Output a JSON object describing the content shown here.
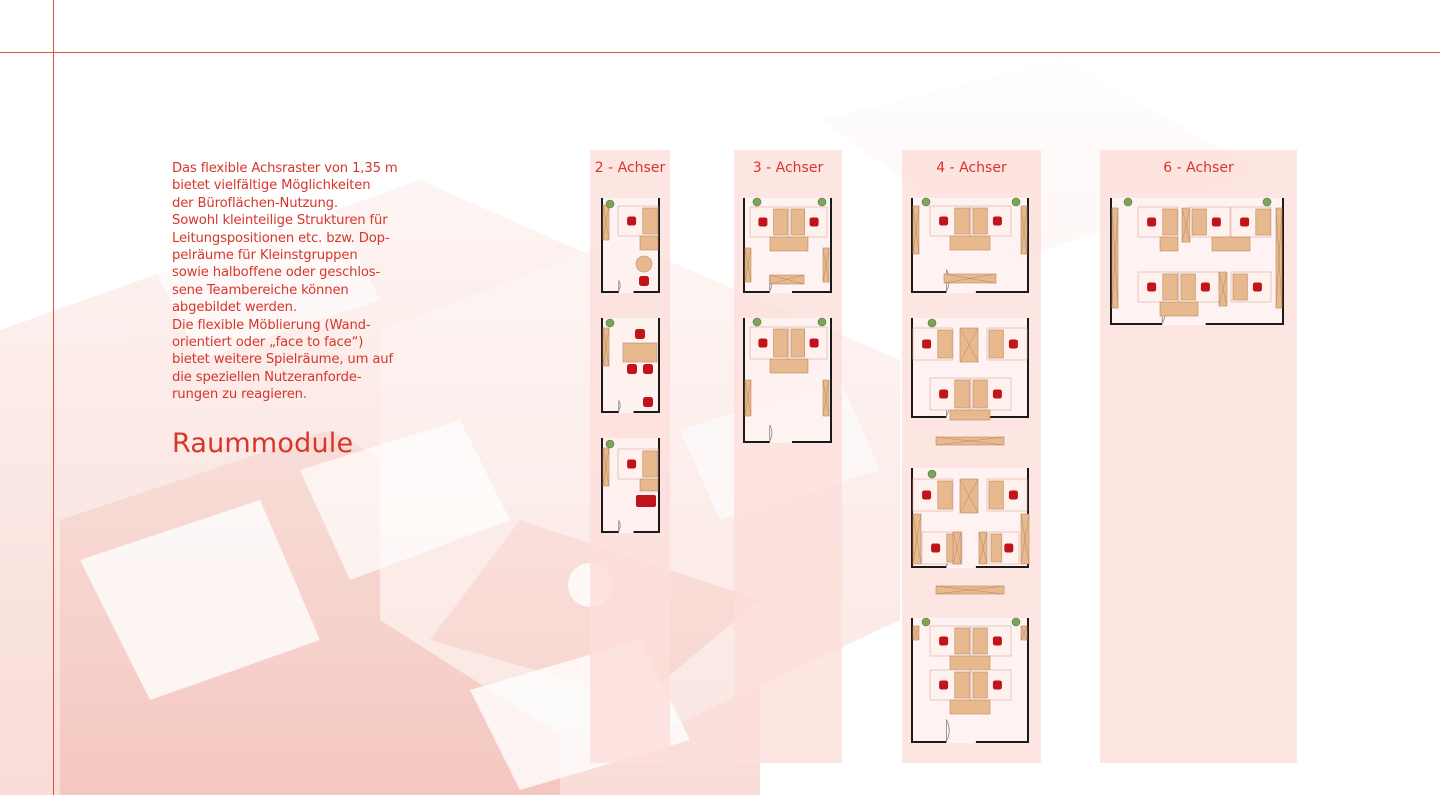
{
  "intro_lines": [
    "Das flexible Achsraster von 1,35 m",
    "bietet vielfältige Möglichkeiten",
    "der Büroflächen-Nutzung.",
    "Sowohl kleinteilige Strukturen für",
    "Leitungspositionen etc. bzw. Dop-",
    "pelräume für Kleinstgruppen",
    "sowie halboffene oder geschlos-",
    "sene Teambereiche können",
    "abgebildet werden.",
    "Die flexible Möblierung (Wand-",
    "orientiert oder „face to face“)",
    "bietet weitere Spielräume, um auf",
    "die speziellen Nutzeranforde-",
    "rungen zu reagieren."
  ],
  "heading": "Raummodule",
  "columns": [
    {
      "label": "2 - Achser"
    },
    {
      "label": "3 - Achser"
    },
    {
      "label": "4 - Achser"
    },
    {
      "label": "6 - Achser"
    }
  ],
  "colors": {
    "accent": "#d7362a",
    "line": "#e0533f",
    "column_fill": "#fddeda",
    "desk": "#e8b98e",
    "chair": "#c0141a",
    "plant": "#7fa35a",
    "wall": "#1a1a1a"
  }
}
